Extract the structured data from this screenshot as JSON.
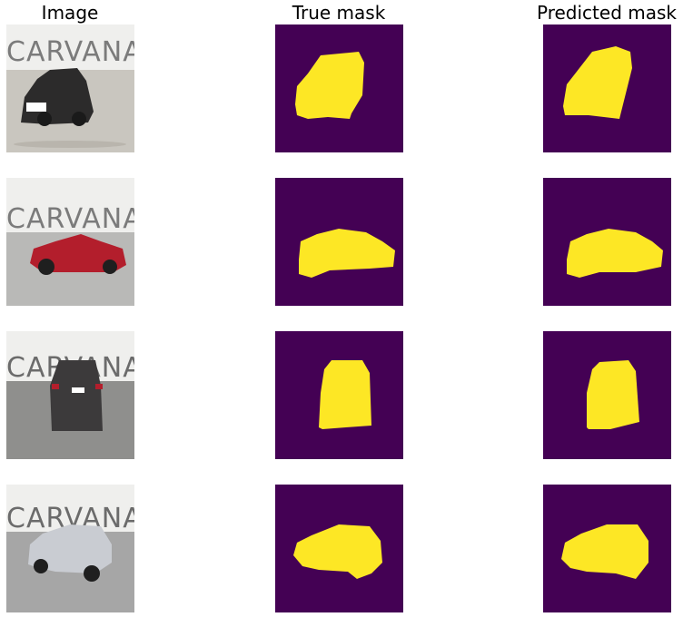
{
  "columns": [
    {
      "title": "Image"
    },
    {
      "title": "True mask"
    },
    {
      "title": "Predicted mask"
    }
  ],
  "rows": [
    {
      "car_color": "#2c2b2b",
      "view": "front-left",
      "background_text": "CARVANA"
    },
    {
      "car_color": "#b31e2c",
      "view": "side",
      "background_text": "CARVANA"
    },
    {
      "car_color": "#3c3a3b",
      "view": "rear",
      "background_text": "CARVANA"
    },
    {
      "car_color": "#c9ccd2",
      "view": "rear-left",
      "background_text": "CARVANA"
    }
  ],
  "colors": {
    "mask_background": "#440154",
    "mask_foreground": "#fde725",
    "studio_wall": "#ececea",
    "studio_floor": "#a9a9a7"
  }
}
